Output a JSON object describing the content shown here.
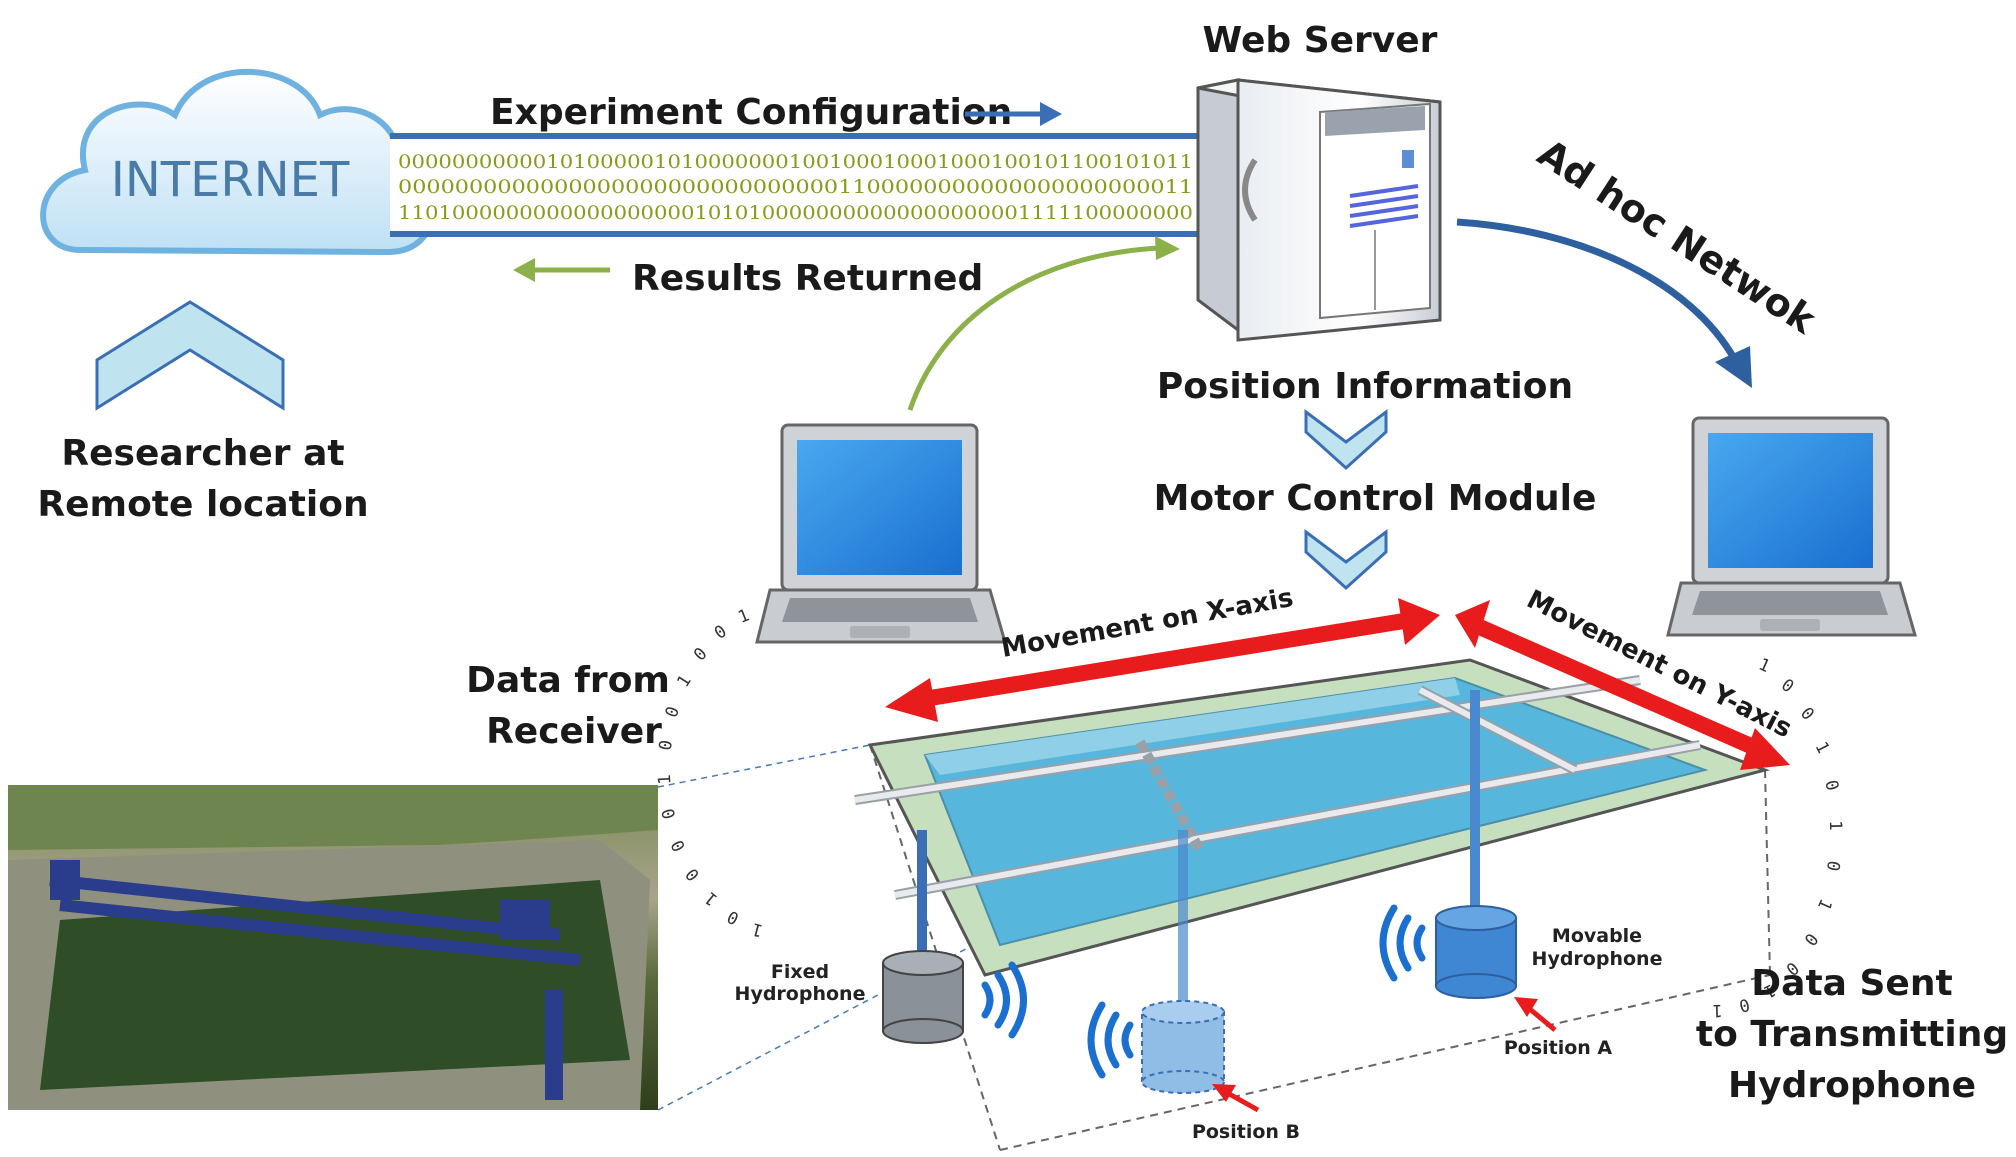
{
  "title": "Web Server",
  "cloud_label": "INTERNET",
  "experiment_config": "Experiment Configuration",
  "results_returned": "Results Returned",
  "researcher_line1": "Researcher at",
  "researcher_line2": "Remote location",
  "adhoc": "Ad hoc Netwok",
  "position_info": "Position Information",
  "motor_control": "Motor Control Module",
  "data_from_line1": "Data from",
  "data_from_line2": "Receiver",
  "movement_x": "Movement on X-axis",
  "movement_y": "Movement on Y-axis",
  "fixed_line1": "Fixed",
  "fixed_line2": "Hydrophone",
  "movable_line1": "Movable",
  "movable_line2": "Hydrophone",
  "position_a": "Position A",
  "position_b": "Position B",
  "data_sent_line1": "Data Sent",
  "data_sent_line2": "to Transmitting",
  "data_sent_line3": "Hydrophone",
  "binary_rows": [
    "00000000000101000001010000000100100010001000100101100101011",
    "00000000000000000000000000000001100000000000000000000011",
    "11010000000000000000001010100000000000000000001111100000000"
  ],
  "binary_left_arc": "1001001000101",
  "binary_right_arc": "1001010100101",
  "colors": {
    "pipe": "#3a6fb5",
    "cloud_text": "#4a7aa8",
    "water": "#56b6dc",
    "red_arrow": "#e81c1c",
    "green_arrow": "#8cb04a",
    "dark_blue": "#2e5f9e"
  }
}
